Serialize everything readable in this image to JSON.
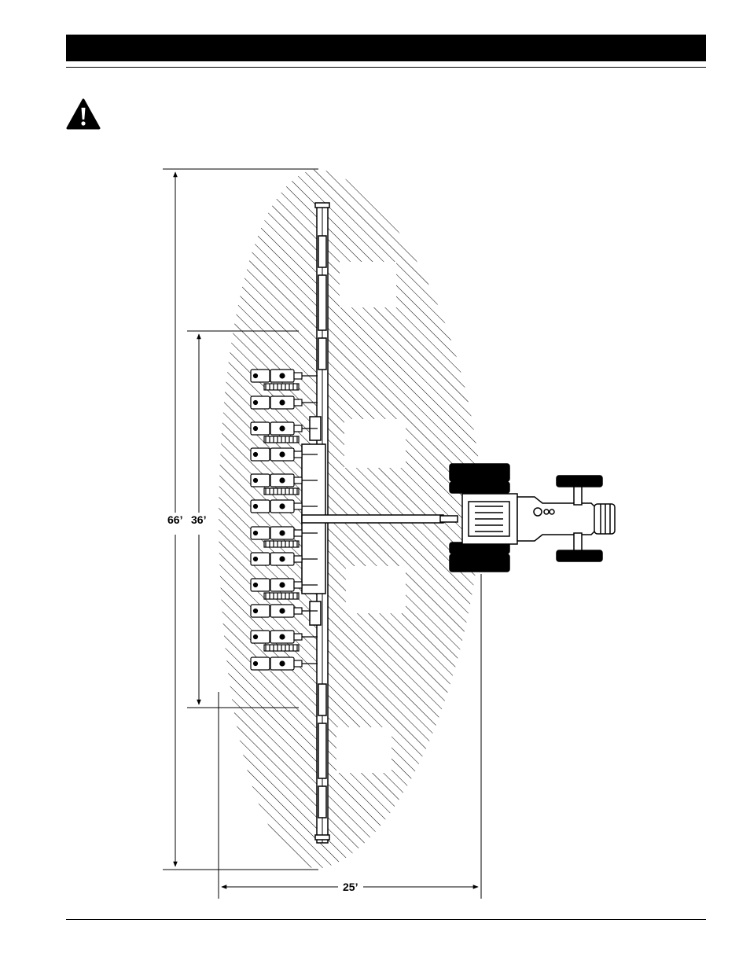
{
  "page": {
    "warning_icon": "warning-triangle-icon"
  },
  "diagram": {
    "dimensions": {
      "total_width": "66’",
      "planter_width": "36’",
      "depth": "25’"
    }
  }
}
